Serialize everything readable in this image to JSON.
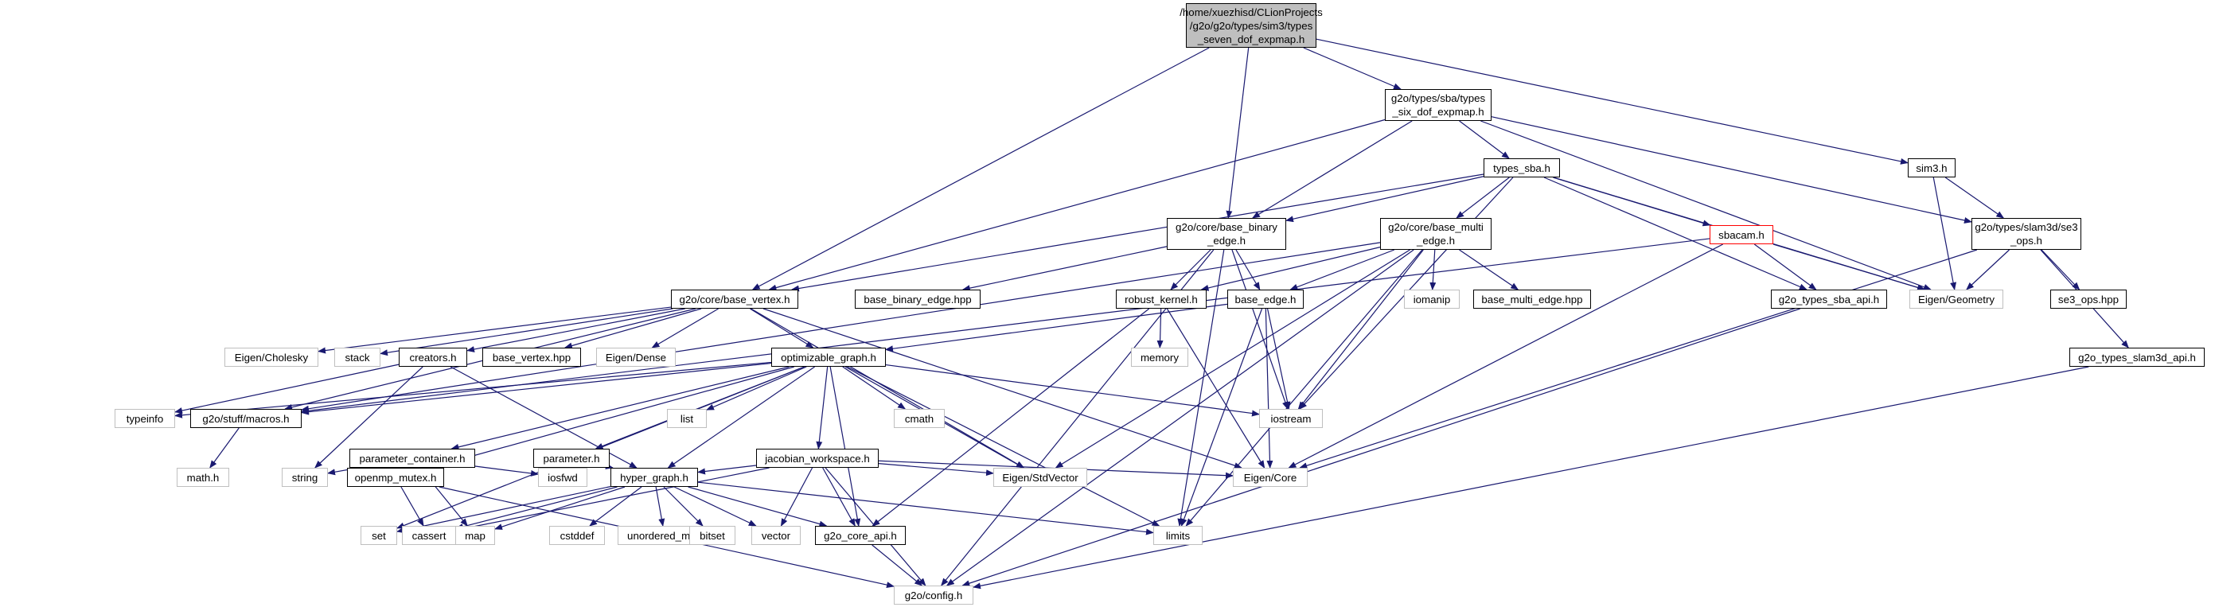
{
  "colors": {
    "edge": "#191970",
    "node_border": "#000000",
    "system_border": "#bfbfbf",
    "root_fill": "#bfbfbf",
    "truncated_border": "#ff0000"
  },
  "nodes": {
    "types_seven_dof_expmap": "/home/xuezhisd/CLionProjects\n/g2o/g2o/types/sim3/types\n_seven_dof_expmap.h",
    "types_six_dof_expmap": "g2o/types/sba/types\n_six_dof_expmap.h",
    "sim3": "sim3.h",
    "types_sba": "types_sba.h",
    "se3_ops": "g2o/types/slam3d/se3\n_ops.h",
    "base_binary_edge": "g2o/core/base_binary\n_edge.h",
    "base_multi_edge": "g2o/core/base_multi\n_edge.h",
    "sbacam": "sbacam.h",
    "base_vertex": "g2o/core/base_vertex.h",
    "base_binary_edge_hpp": "base_binary_edge.hpp",
    "robust_kernel": "robust_kernel.h",
    "base_edge": "base_edge.h",
    "iomanip": "iomanip",
    "base_multi_edge_hpp": "base_multi_edge.hpp",
    "g2o_types_sba_api": "g2o_types_sba_api.h",
    "eigen_geometry": "Eigen/Geometry",
    "se3_ops_hpp": "se3_ops.hpp",
    "eigen_cholesky": "Eigen/Cholesky",
    "stack": "stack",
    "creators": "creators.h",
    "base_vertex_hpp": "base_vertex.hpp",
    "eigen_dense": "Eigen/Dense",
    "optimizable_graph": "optimizable_graph.h",
    "memory": "memory",
    "g2o_types_slam3d_api": "g2o_types_slam3d_api.h",
    "typeinfo": "typeinfo",
    "macros": "g2o/stuff/macros.h",
    "list": "list",
    "cmath": "cmath",
    "iostream": "iostream",
    "parameter_container": "parameter_container.h",
    "parameter": "parameter.h",
    "jacobian_workspace": "jacobian_workspace.h",
    "math_h": "math.h",
    "string": "string",
    "iosfwd": "iosfwd",
    "eigen_stdvector": "Eigen/StdVector",
    "eigen_core": "Eigen/Core",
    "openmp_mutex": "openmp_mutex.h",
    "hyper_graph": "hyper_graph.h",
    "set": "set",
    "cassert": "cassert",
    "map": "map",
    "cstddef": "cstddef",
    "unordered_map": "unordered_map",
    "bitset": "bitset",
    "vector": "vector",
    "g2o_core_api": "g2o_core_api.h",
    "limits": "limits",
    "config": "g2o/config.h"
  }
}
